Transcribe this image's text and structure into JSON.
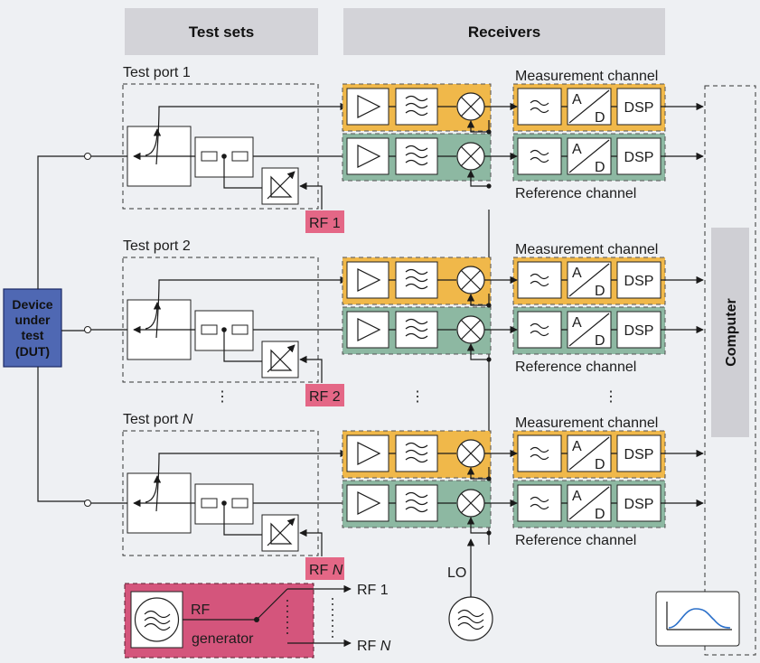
{
  "headers": {
    "test_sets": "Test sets",
    "receivers": "Receivers"
  },
  "dut": {
    "line1": "Device",
    "line2": "under",
    "line3": "test",
    "line4": "(DUT)"
  },
  "computer_label": "Computer",
  "ports": [
    {
      "label_main": "Test port ",
      "label_suffix": "1",
      "rf_main": "RF ",
      "rf_suffix": "1",
      "meas_label": "Measurement channel",
      "ref_label": "Reference channel"
    },
    {
      "label_main": "Test port ",
      "label_suffix": "2",
      "rf_main": "RF ",
      "rf_suffix": "2",
      "meas_label": "Measurement channel",
      "ref_label": "Reference channel"
    },
    {
      "label_main": "Test port ",
      "label_suffix": "N",
      "rf_main": "RF ",
      "rf_suffix": "N",
      "meas_label": "Measurement channel",
      "ref_label": "Reference channel"
    }
  ],
  "ad_top": "A",
  "ad_bottom": "D",
  "dsp": "DSP",
  "generator": {
    "line1": "RF",
    "line2": "generator",
    "out1": "RF 1",
    "outN_main": "RF ",
    "outN_suffix": "N"
  },
  "lo_label": "LO",
  "ellipsis": "⋮",
  "colors": {
    "measurement": "#f0b84a",
    "reference": "#8db8a2",
    "header": "#d3d3d8",
    "dut": "#4f68b3",
    "rf_tag": "#e46786",
    "generator": "#d4557c",
    "computer": "#cfcfd4"
  }
}
